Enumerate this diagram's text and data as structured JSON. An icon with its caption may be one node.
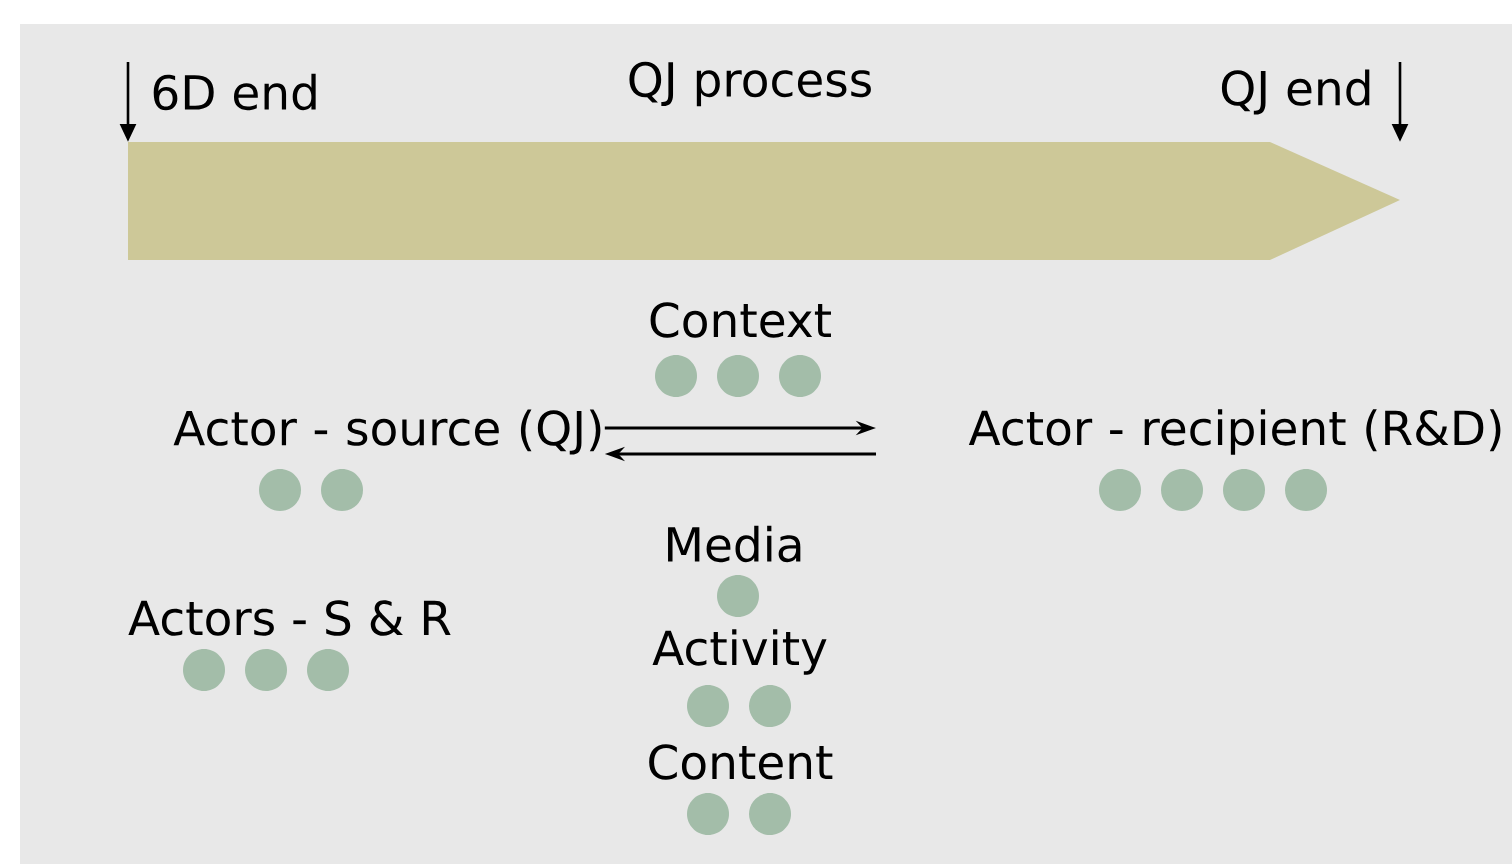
{
  "diagram": {
    "nodes": [
      {
        "text": [
          "QJ process"
        ]
      },
      {
        "text": [
          "Actor - source (QJ)"
        ]
      },
      {
        "text": [
          "Actor - recipient (R&D)"
        ]
      }
    ],
    "edges": [
      {
        "from": 1,
        "to": 2,
        "arrow": "to"
      },
      {
        "from": 2,
        "to": 1,
        "arrow": "to"
      }
    ],
    "labels": [
      "6D end",
      "QJ end",
      "Context",
      "Actors - S & R",
      "Media",
      "Activity",
      "Content"
    ]
  }
}
